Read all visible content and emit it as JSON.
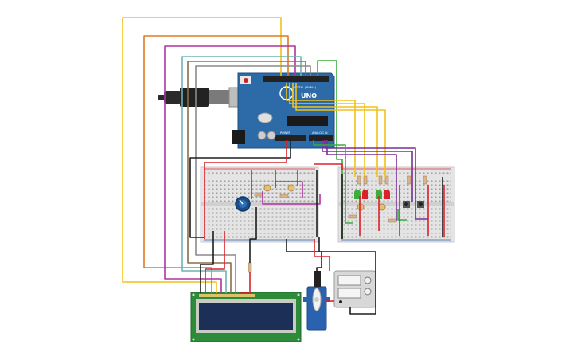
{
  "board": {
    "brand_label": "UNO",
    "digital_label": "DIGITAL (PWM~)",
    "power_label": "POWER",
    "analog_label": "ANALOG IN",
    "color": "#2c6aa8"
  },
  "lcd": {
    "screen_color": "#1c2f57",
    "pcb_color": "#2e8b3a"
  },
  "colors": {
    "yellow": "#f2c21a",
    "orange": "#e07a1f",
    "magenta": "#b0339e",
    "teal": "#6fb4b0",
    "brown": "#8a6e4b",
    "black": "#1e1e1e",
    "red": "#d9232a",
    "green": "#3aad3a",
    "purple": "#7a2f9a",
    "gray": "#8a8a8a"
  }
}
